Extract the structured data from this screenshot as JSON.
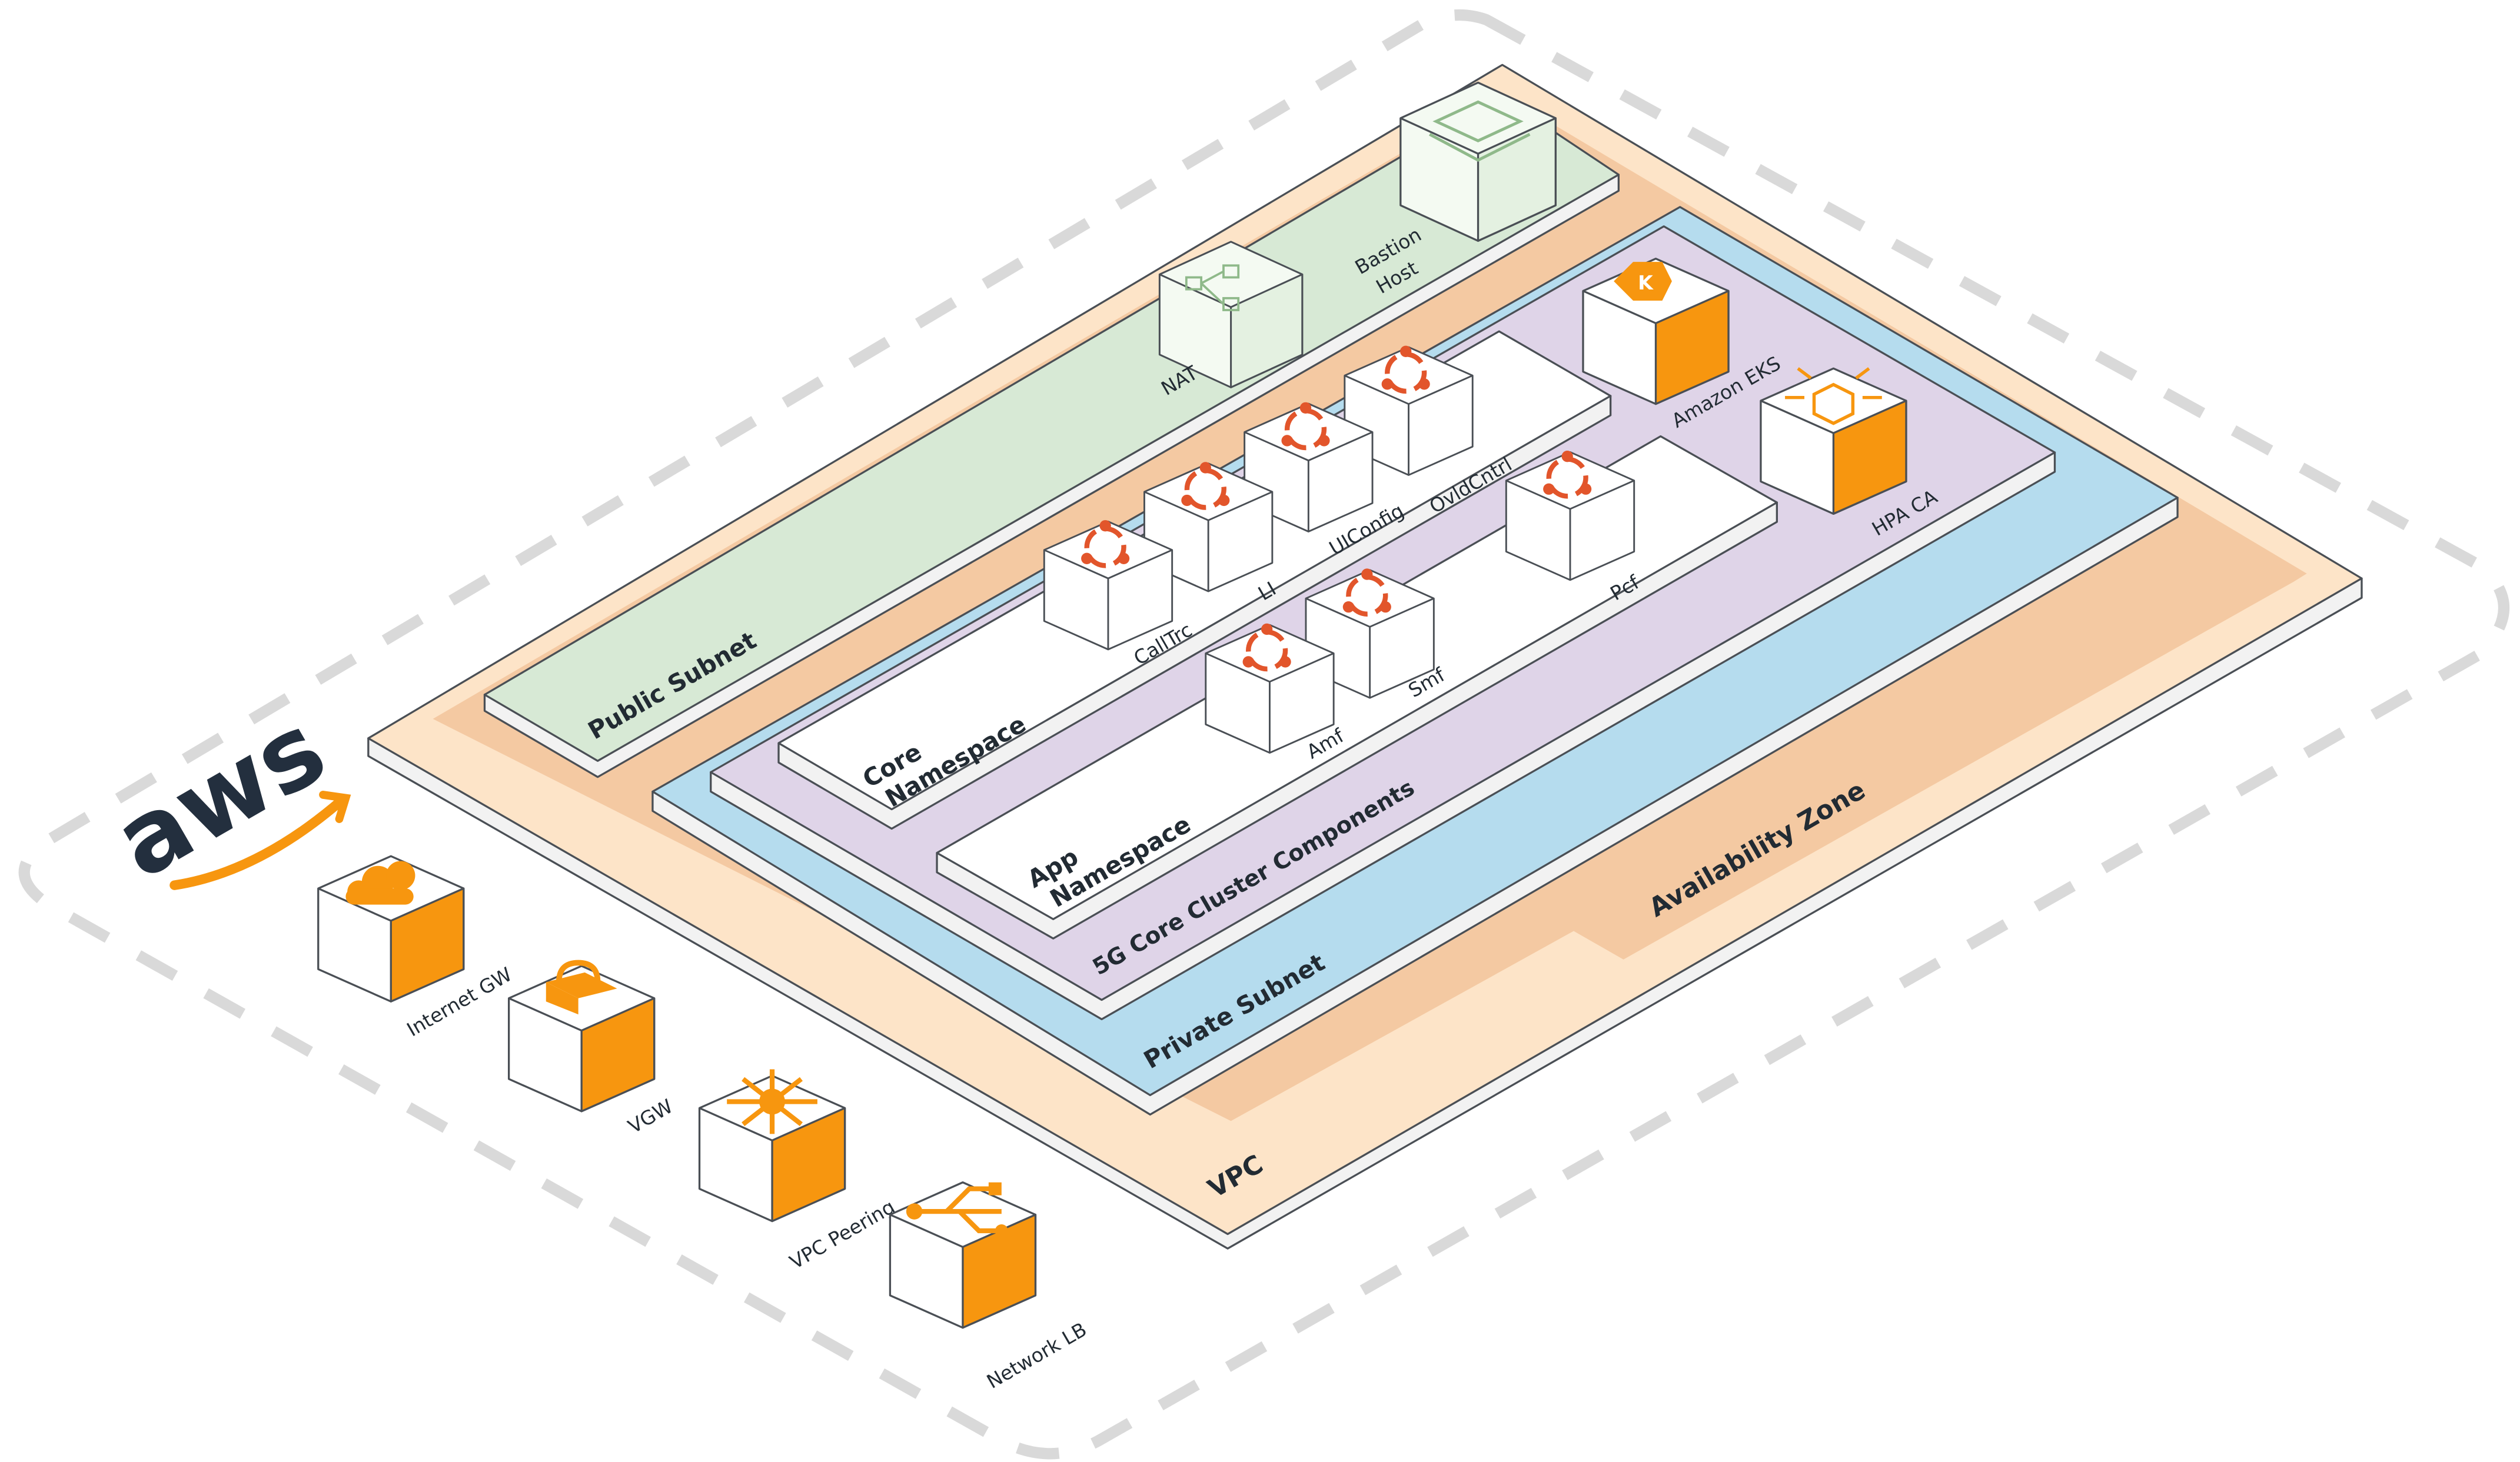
{
  "logo": {
    "text": "aws"
  },
  "layers": {
    "vpc": "VPC",
    "availability_zone": "Availability Zone",
    "public_subnet": "Public Subnet",
    "private_subnet": "Private Subnet",
    "cluster": "5G Core Cluster Components",
    "core_namespace_1": "Core",
    "core_namespace_2": "Namespace",
    "app_namespace_1": "App",
    "app_namespace_2": "Namespace"
  },
  "public_nodes": {
    "nat": "NAT",
    "bastion_1": "Bastion",
    "bastion_2": "Host"
  },
  "cluster_nodes": {
    "eks": "Amazon EKS",
    "hpa": "HPA CA"
  },
  "core_nodes": {
    "calltrc": "CallTrc",
    "li": "LI",
    "uiconfig": "UIConfig",
    "ovldcntrl": "OvldCntrl"
  },
  "app_nodes": {
    "amf": "Amf",
    "smf": "Smf",
    "pcf": "Pcf"
  },
  "edge_nodes": {
    "igw": "Internet GW",
    "vgw": "VGW",
    "peering": "VPC Peering",
    "nlb": "Network LB"
  },
  "colors": {
    "orange": "#f7960f",
    "vpc": "#fde4c8",
    "az": "#f4c9a2",
    "public": "#d7e9d5",
    "private": "#b5dcee",
    "cluster": "#dfd4e8",
    "namespace": "#ffffff",
    "service_icon": "#e2552b",
    "outline": "#4a4f55",
    "dash": "#d9d9d9",
    "aws_text": "#232f3e"
  },
  "icons": {
    "nat": "nat-gateway-icon",
    "bastion": "laptop-icon",
    "eks": "eks-kubernetes-icon",
    "hpa": "autoscaling-cube-icon",
    "service": "network-service-icon",
    "igw": "cloud-icon",
    "vgw": "lock-icon",
    "peering": "hub-arrows-icon",
    "nlb": "usb-branch-icon"
  }
}
